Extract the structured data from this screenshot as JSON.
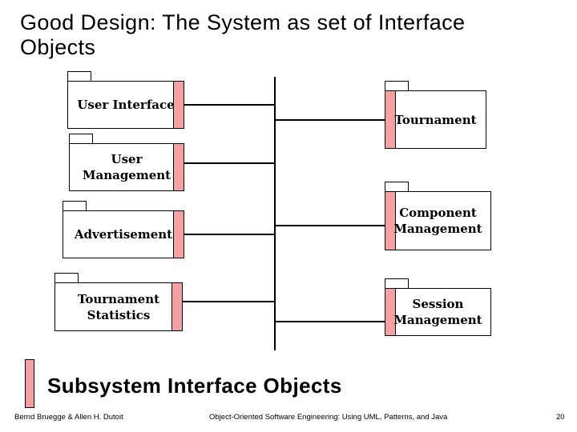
{
  "slide": {
    "title": "Good Design: The System as set of Interface\nObjects",
    "caption": "Subsystem Interface Objects",
    "footer": {
      "authors": "Bernd Bruegge & Allen H. Dutoit",
      "book": "Object-Oriented Software Engineering: Using UML, Patterns, and Java",
      "page": "20"
    }
  },
  "colors": {
    "interface_bar_pink": "#F4A1A4",
    "line": "#000000"
  },
  "diagram": {
    "left_packages": [
      {
        "label": "User Interface"
      },
      {
        "label": "User\nManagement"
      },
      {
        "label": "Advertisement"
      },
      {
        "label": "Tournament\nStatistics"
      }
    ],
    "right_packages": [
      {
        "label": "Tournament"
      },
      {
        "label": "Component\nManagement"
      },
      {
        "label": "Session\nManagement"
      }
    ]
  }
}
